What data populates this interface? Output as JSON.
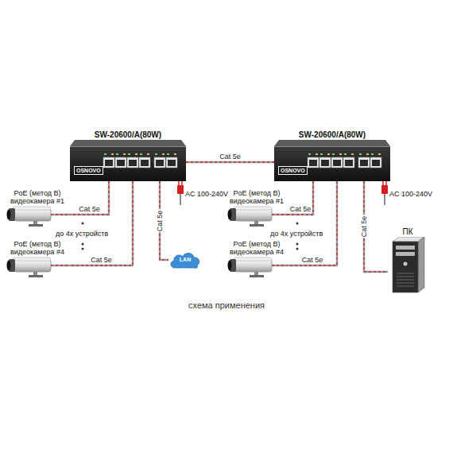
{
  "diagram": {
    "caption": "схема применения",
    "nodes": [
      {
        "text": [
          "SW-20600/A(80W)",
          "OSNOVO"
        ]
      },
      {
        "text": [
          "PoE (метод В) видеокамера #1"
        ]
      },
      {
        "text": [
          "PoE (метод В) видеокамера #4"
        ]
      },
      {
        "text": [
          "LAN"
        ]
      },
      {
        "text": [
          "SW-20600/A(80W)",
          "OSNOVO"
        ]
      },
      {
        "text": [
          "PoE (метод В) видеокамера #1"
        ]
      },
      {
        "text": [
          "PoE (метод В) видеокамера #4"
        ]
      },
      {
        "text": [
          "ПК"
        ]
      }
    ],
    "edges": [
      {
        "from": 0,
        "to": 1,
        "arrow": "none",
        "label": "Cat 5e"
      },
      {
        "from": 0,
        "to": 2,
        "arrow": "none",
        "label": "Cat 5e"
      },
      {
        "from": 0,
        "to": 3,
        "arrow": "none",
        "label": "Cat 5e"
      },
      {
        "from": 0,
        "to": 4,
        "arrow": "none",
        "label": "Cat 5e"
      },
      {
        "from": 4,
        "to": 5,
        "arrow": "none",
        "label": "Cat 5e"
      },
      {
        "from": 4,
        "to": 6,
        "arrow": "none",
        "label": "Cat 5e"
      },
      {
        "from": 4,
        "to": 7,
        "arrow": "none",
        "label": "Cat 5e"
      }
    ],
    "labels": [
      "AC 100-240V",
      "до 4х устройств",
      "AC 100-240V",
      "до 4х устройств"
    ]
  }
}
